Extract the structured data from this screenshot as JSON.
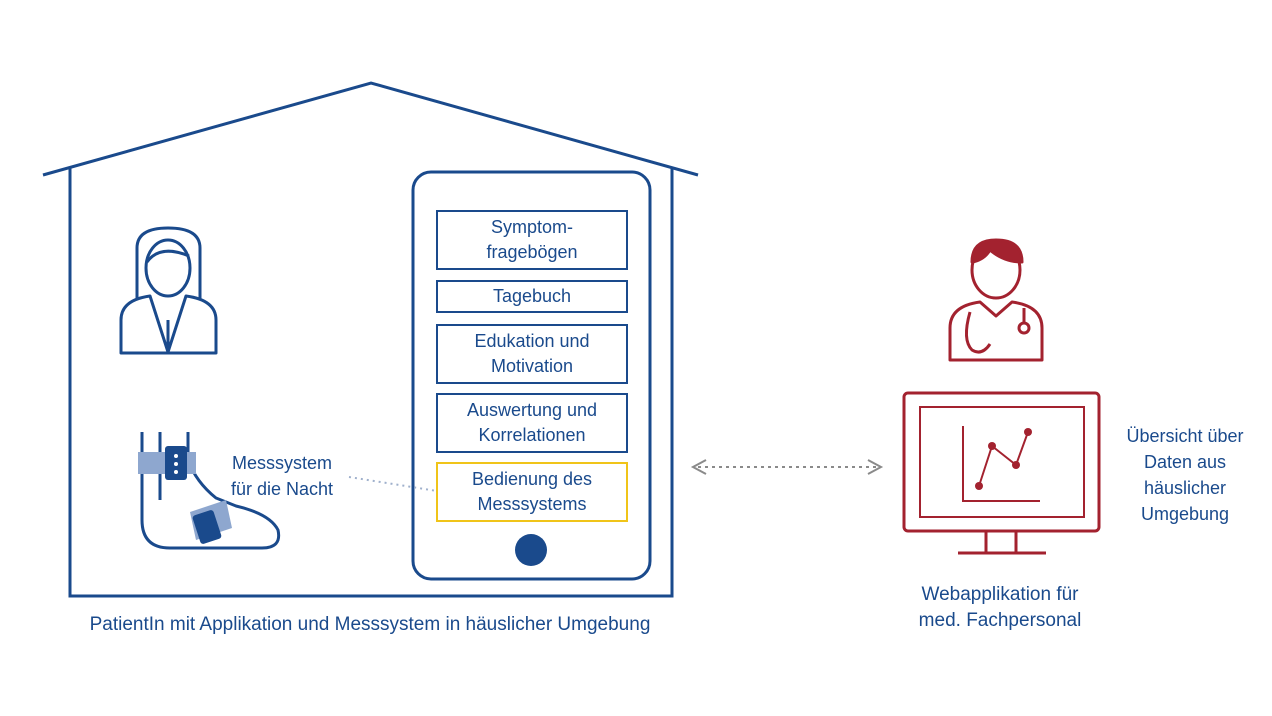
{
  "colors": {
    "blue": "#1a4a8c",
    "red": "#a3222f",
    "highlight": "#f0c419",
    "connector": "#8a8a8a"
  },
  "phone": {
    "items": [
      {
        "label": "Symptom-\nfragebögen",
        "active": false
      },
      {
        "label": "Tagebuch",
        "active": false
      },
      {
        "label": "Edukation und\nMotivation",
        "active": false
      },
      {
        "label": "Auswertung und\nKorrelationen",
        "active": false
      },
      {
        "label": "Bedienung des\nMesssystems",
        "active": true
      }
    ]
  },
  "labels": {
    "messsystem": "Messsystem\nfür die Nacht",
    "home_caption": "PatientIn mit Applikation und Messsystem in häuslicher Umgebung",
    "web_caption": "Webapplikation für\nmed. Fachpersonal",
    "overview": "Übersicht über\nDaten aus\nhäuslicher\nUmgebung"
  },
  "icons": {
    "house": "house-outline-icon",
    "phone": "smartphone-icon",
    "patient": "female-patient-icon",
    "foot": "foot-sensor-icon",
    "doctor": "doctor-icon",
    "monitor": "monitor-chart-icon",
    "arrow": "bidirectional-arrow-icon"
  }
}
